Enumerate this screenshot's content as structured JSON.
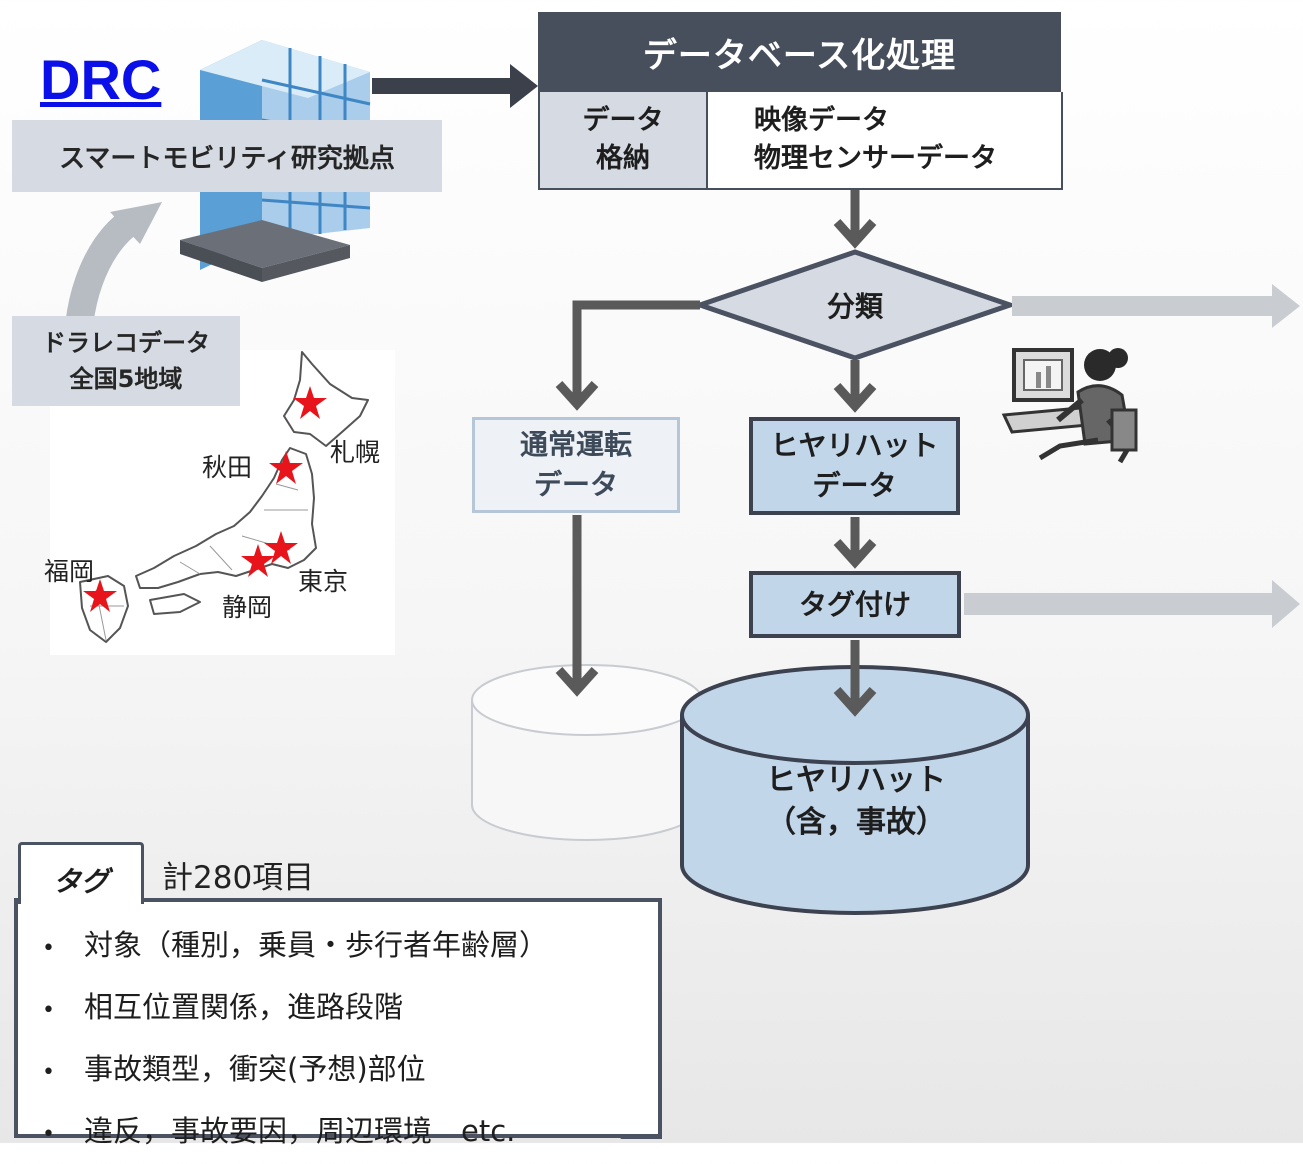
{
  "drc_link": "DRC",
  "lab_label": "スマートモビリティ研究拠点",
  "dashcam_box": {
    "line1": "ドラレコデータ",
    "line2": "全国5地域"
  },
  "cities": [
    "札幌",
    "秋田",
    "福岡",
    "東京",
    "静岡"
  ],
  "db_process": {
    "title": "データベース化処理",
    "store_line1": "データ",
    "store_line2": "格納",
    "type1": "映像データ",
    "type2": "物理センサーデータ"
  },
  "classify": "分類",
  "normal_data": {
    "line1": "通常運転",
    "line2": "データ"
  },
  "hiyari_data": {
    "line1": "ヒヤリハット",
    "line2": "データ"
  },
  "tagging": "タグ付け",
  "database": {
    "line1": "ヒヤリハット",
    "line2": "（含，事故）"
  },
  "tags": {
    "label": "タグ",
    "total": "計280項目",
    "items": [
      "対象（種別，乗員・歩行者年齢層）",
      "相互位置関係，進路段階",
      "事故類型，衝突(予想)部位",
      "違反，事故要因，周辺環境　etc."
    ]
  },
  "colors": {
    "link": "#0b10e8",
    "header_dark": "#474e5c",
    "light_panel": "#d6dbe3",
    "hiyari_fill": "#c2d6ea",
    "star": "#e8141b",
    "arrow": "#5a5a5a"
  }
}
